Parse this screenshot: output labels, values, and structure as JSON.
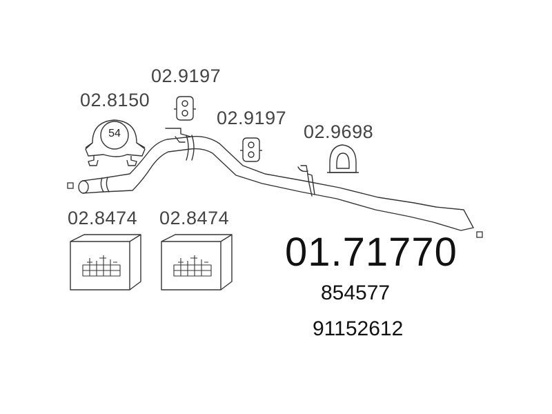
{
  "main_part_number": "01.71770",
  "reference_numbers": [
    "854577",
    "91152612"
  ],
  "clamp": {
    "part_number": "02.8150",
    "size": "54"
  },
  "hangers": [
    {
      "part_number": "02.9197"
    },
    {
      "part_number": "02.9197"
    },
    {
      "part_number": "02.9698"
    }
  ],
  "packages": [
    {
      "part_number": "02.8474"
    },
    {
      "part_number": "02.8474"
    }
  ],
  "colors": {
    "line": "#333333",
    "label": "#444444",
    "text": "#111111"
  }
}
